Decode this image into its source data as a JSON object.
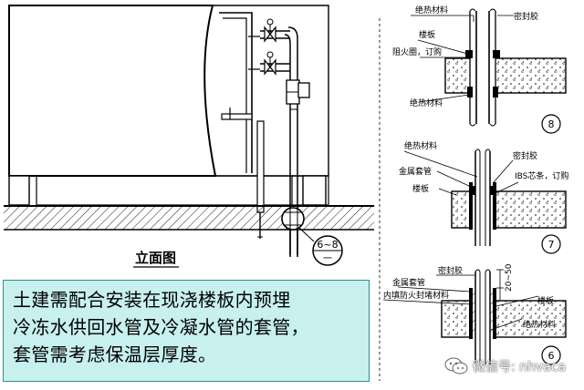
{
  "elevation": {
    "caption": "立面图",
    "detail_ref": {
      "top": "6~8",
      "bottom": "一"
    }
  },
  "details": [
    {
      "number": "8",
      "labels": {
        "insulation_top": "绝热材料",
        "sealant": "密封胶",
        "floor_slab": "楼板",
        "fire_ring": "阻火圈，订购",
        "insulation_bottom": "绝热材料"
      }
    },
    {
      "number": "7",
      "labels": {
        "insulation": "绝热材料",
        "sealant": "密封胶",
        "metal_sleeve": "金属套管",
        "ibs_strip": "IBS芯条，订购",
        "floor_slab": "楼板"
      }
    },
    {
      "number": "6",
      "labels": {
        "sealant": "密封胶",
        "metal_sleeve": "金属套管",
        "fire_seal": "内填防火封堵材料",
        "dimension": "20~50",
        "floor_slab": "楼板",
        "insulation": "绝热材料"
      }
    }
  ],
  "callout": {
    "lines": [
      "土建需配合安装在现浇楼板内预埋",
      "冷冻水供回水管及冷凝水管的套管，",
      "套管需考虑保温层厚度。"
    ]
  },
  "watermark": {
    "text": "微信号: nhvaca",
    "icon": "wechat-icon"
  }
}
